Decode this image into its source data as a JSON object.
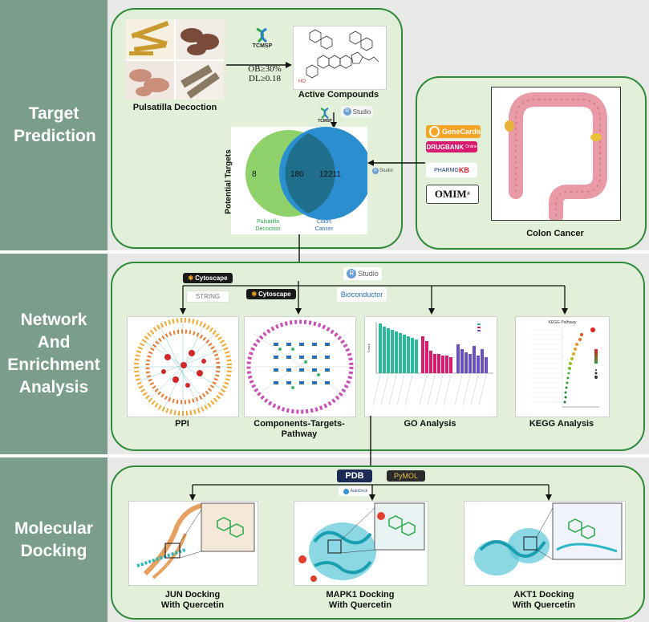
{
  "sections": {
    "target": "Target Prediction",
    "network": "Network And Enrichment Analysis",
    "docking": "Molecular Docking"
  },
  "target": {
    "herb_label": "Pulsatilla Decoction",
    "tcmsp": "TCMSP",
    "ob": "OB≥30%",
    "dl": "DL≥0.18",
    "active_label": "Active Compounds",
    "rstudio": "Studio",
    "venn": {
      "ylabel": "Potential Targets",
      "left_only": "8",
      "overlap": "180",
      "right_only": "12211",
      "left_name_1": "Pulsatilla",
      "left_name_2": "Decoction",
      "right_name_1": "Colon",
      "right_name_2": "Cancer"
    },
    "colon_label": "Colon Cancer",
    "db_genecards": "GeneCards",
    "db_drugbank": "DRUGBANK",
    "db_drugbank_sub": "Online",
    "db_pharmgkb_a": "PHARMG",
    "db_pharmgkb_b": "KB",
    "db_omim": "OMIM",
    "db_omim_sup": "®"
  },
  "network": {
    "cytoscape": "Cytoscape",
    "string": "STRING",
    "rstudio": "Studio",
    "bioconductor": "Bioconductor",
    "ppi": "PPI",
    "ctp_1": "Components-Targets-",
    "ctp_2": "Pathway",
    "go": "GO Analysis",
    "kegg": "KEGG Analysis",
    "kegg_title": "KEGG Pathway",
    "go_ylabel": "Count"
  },
  "docking": {
    "pdb": "PDB",
    "pymol": "PyMOL",
    "autodock": "AutoDock",
    "jun_1": "JUN Docking",
    "jun_2": "With Quercetin",
    "mapk_1": "MAPK1 Docking",
    "mapk_2": "With Quercetin",
    "akt_1": "AKT1 Docking",
    "akt_2": "With Quercetin"
  },
  "colors": {
    "side": "#7b9d8c",
    "panel": "#e2efd9",
    "panel_border": "#2f8a3a",
    "venn_left": "#8fd16a",
    "venn_right": "#2b8fcf",
    "venn_overlap": "#1f6e8c"
  }
}
